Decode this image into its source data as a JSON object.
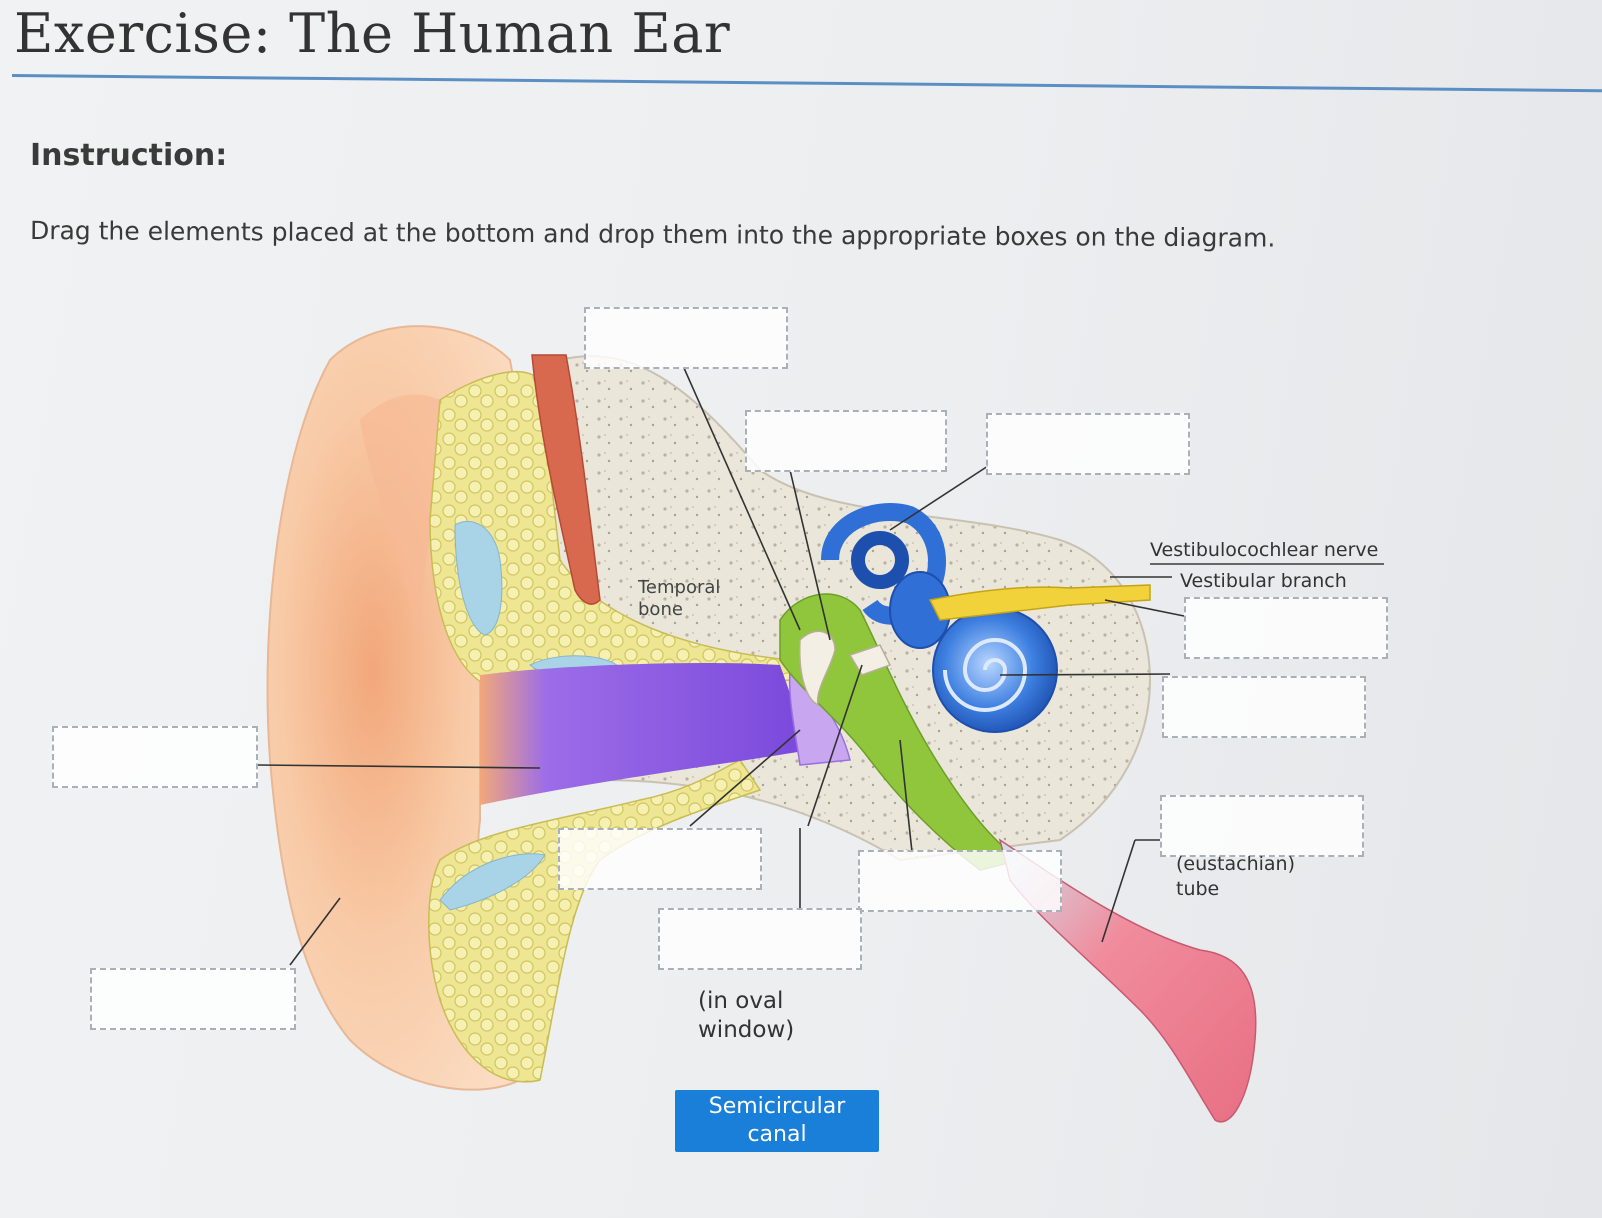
{
  "title": "Exercise: The Human Ear",
  "instruction": {
    "heading": "Instruction:",
    "text": "Drag the elements placed at the bottom and drop them into the appropriate boxes on the diagram."
  },
  "diagram_labels": {
    "temporal_bone": "Temporal bone",
    "vestibulocochlear_nerve": "Vestibulocochlear nerve",
    "vestibular_branch": "Vestibular branch",
    "eustachian_tube": "(eustachian) tube",
    "oval_window": "(in oval window)"
  },
  "drop_targets_count": 11,
  "draggable_items": [
    {
      "label": "Semicircular canal"
    }
  ],
  "colors": {
    "title_rule": "#5b8fc4",
    "drag_tile": "#1a7fd8",
    "ear_canal": "#8a5ae6",
    "cochlea": "#2f6fd6",
    "middle_ear": "#8fc63c",
    "fat_tissue": "#ede58a",
    "eustachian_tube": "#e8788a"
  }
}
